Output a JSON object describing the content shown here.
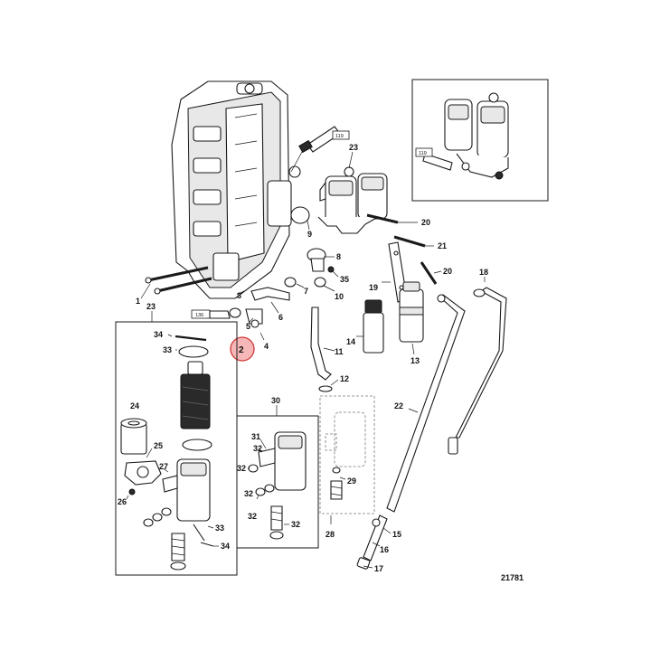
{
  "callouts": {
    "c1": "1",
    "c2": "2",
    "c3": "3",
    "c4": "4",
    "c5": "5",
    "c6": "6",
    "c7": "7",
    "c8": "8",
    "c9": "9",
    "c10": "10",
    "c11": "11",
    "c12": "12",
    "c13": "13",
    "c14": "14",
    "c15": "15",
    "c16": "16",
    "c17": "17",
    "c18": "18",
    "c19": "19",
    "c20a": "20",
    "c20b": "20",
    "c21": "21",
    "c22": "22",
    "c23a": "23",
    "c23b": "23",
    "c24": "24",
    "c25": "25",
    "c26": "26",
    "c27": "27",
    "c28": "28",
    "c29": "29",
    "c30": "30",
    "c31": "31",
    "c32a": "32",
    "c32b": "32",
    "c32c": "32",
    "c32d": "32",
    "c33a": "33",
    "c33b": "33",
    "c34a": "34",
    "c34b": "34",
    "c35": "35"
  },
  "sealant_tags": {
    "tag_119a": "119",
    "tag_136": "136",
    "tag_119b": "119"
  },
  "highlighted_callout": "2",
  "highlight_color": "#f5b7b7",
  "figure_ref": "21781"
}
